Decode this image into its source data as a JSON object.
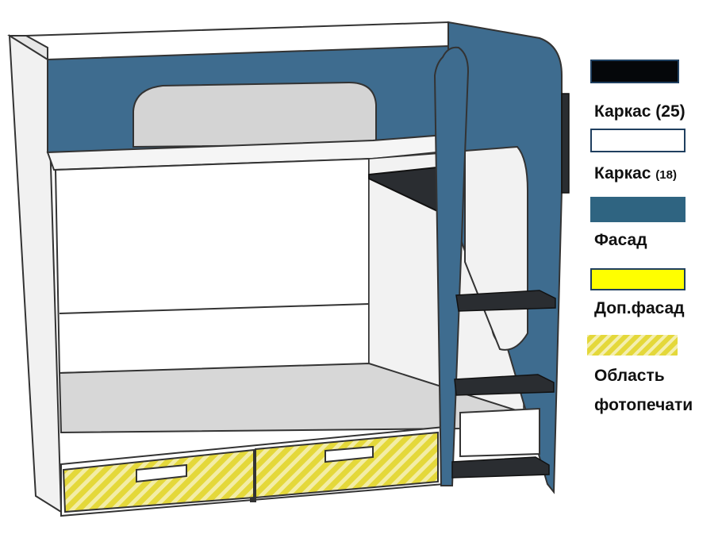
{
  "colors": {
    "frame25": "#05070a",
    "frame18": "#ffffff",
    "facade": "#3e6c8f",
    "extra_facade": "#ffff00",
    "photo_print": "#e4d83a",
    "carcass_side": "#f3f3f3",
    "interior": "#e7e7e7",
    "shelf_dark": "#2a2d31"
  },
  "legend": {
    "frame25": {
      "label": "Каркас",
      "suffix": "(25)"
    },
    "frame18": {
      "label": "Каркас",
      "suffix": "(18)"
    },
    "facade": {
      "label": "Фасад"
    },
    "extra_facade": {
      "label": "Доп.фасад"
    },
    "photo_print": {
      "line1": "Область",
      "line2": "фотопечати"
    }
  }
}
